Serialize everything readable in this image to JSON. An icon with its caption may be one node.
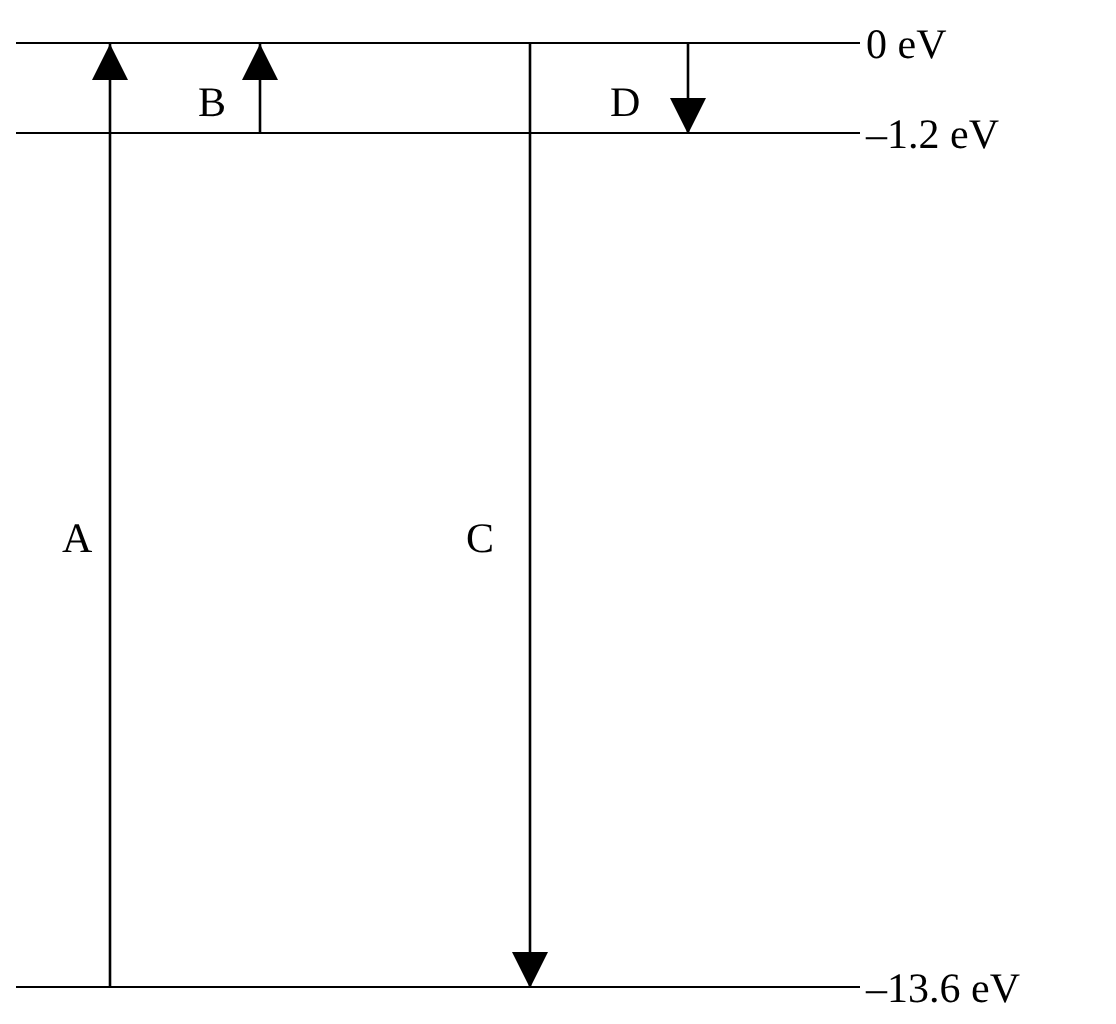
{
  "diagram": {
    "nodes": [
      {
        "text": [
          "0 eV"
        ]
      },
      {
        "text": [
          "–1.2 eV"
        ]
      },
      {
        "text": [
          "–13.6 eV"
        ]
      }
    ],
    "edges": [
      {
        "from": 2,
        "to": 0,
        "arrow": "to",
        "label": "A"
      },
      {
        "from": 1,
        "to": 0,
        "arrow": "to",
        "label": "B"
      },
      {
        "from": 0,
        "to": 2,
        "arrow": "to",
        "label": "C"
      },
      {
        "from": 0,
        "to": 1,
        "arrow": "to",
        "label": "D"
      }
    ]
  }
}
